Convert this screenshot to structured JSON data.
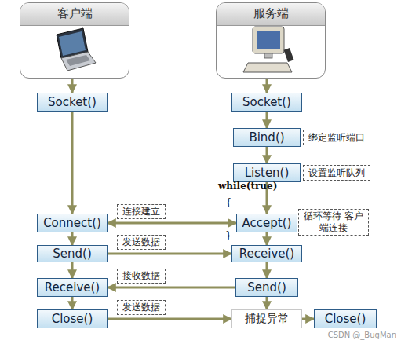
{
  "diagram": {
    "nodes": [
      {
        "text": [
          "客户端"
        ]
      },
      {
        "text": [
          "服务端"
        ]
      },
      {
        "text": [
          "Socket()"
        ]
      },
      {
        "text": [
          "Socket()"
        ]
      },
      {
        "text": [
          "Bind()"
        ]
      },
      {
        "text": [
          "绑定监听端口"
        ]
      },
      {
        "text": [
          "Listen()"
        ]
      },
      {
        "text": [
          "设置监听队列"
        ]
      },
      {
        "text": [
          "Connect()"
        ]
      },
      {
        "text": [
          "Accept()"
        ]
      },
      {
        "text": [
          "循环等待 客户端连接"
        ]
      },
      {
        "text": [
          "Send()"
        ]
      },
      {
        "text": [
          "Receive()"
        ]
      },
      {
        "text": [
          "Receive()"
        ]
      },
      {
        "text": [
          "Send()"
        ]
      },
      {
        "text": [
          "Close()"
        ]
      },
      {
        "text": [
          "捕捉异常"
        ]
      },
      {
        "text": [
          "Close()"
        ]
      }
    ],
    "edges": [
      {
        "from": 0,
        "to": 2,
        "arrow": "to"
      },
      {
        "from": 1,
        "to": 3,
        "arrow": "to"
      },
      {
        "from": 2,
        "to": 8,
        "arrow": "to"
      },
      {
        "from": 3,
        "to": 4,
        "arrow": "to"
      },
      {
        "from": 4,
        "to": 6,
        "arrow": "to"
      },
      {
        "from": 6,
        "to": 9,
        "arrow": "to"
      },
      {
        "from": 8,
        "to": 9,
        "label": "连接建立",
        "arrow": "both"
      },
      {
        "from": 9,
        "to": 12,
        "arrow": "to"
      },
      {
        "from": 8,
        "to": 11,
        "arrow": "to"
      },
      {
        "from": 11,
        "to": 12,
        "label": "发送数据",
        "arrow": "to"
      },
      {
        "from": 12,
        "to": 14,
        "arrow": "to"
      },
      {
        "from": 11,
        "to": 13,
        "arrow": "to"
      },
      {
        "from": 14,
        "to": 13,
        "label": "接收数据",
        "arrow": "to"
      },
      {
        "from": 13,
        "to": 15,
        "arrow": "to"
      },
      {
        "from": 14,
        "to": 16,
        "arrow": "to"
      },
      {
        "from": 15,
        "to": 16,
        "label": "发送数据",
        "arrow": "to"
      },
      {
        "from": 16,
        "to": 17,
        "arrow": "to"
      }
    ],
    "labels": [
      "while(true)",
      "{",
      "}",
      "CSDN @_BugMan"
    ]
  }
}
